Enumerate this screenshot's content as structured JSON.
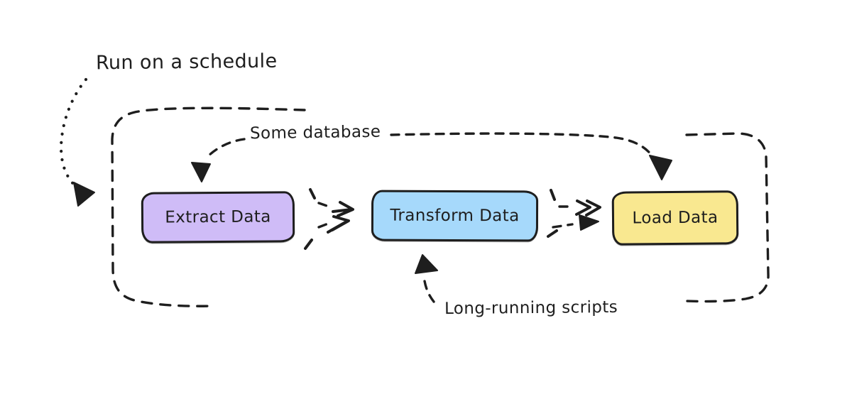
{
  "canvas": {
    "background": "#ffffff",
    "ink": "#1e1e1e"
  },
  "annotations": {
    "schedule_label": "Run on a schedule",
    "database_label": "Some database",
    "scripts_label": "Long-running scripts"
  },
  "nodes": [
    {
      "label": "Extract Data",
      "fill": "#cfbcf7"
    },
    {
      "label": "Transform Data",
      "fill": "#a6d9fb"
    },
    {
      "label": "Load Data",
      "fill": "#f9e890"
    }
  ],
  "icons": {
    "arrowheads": "hand-drawn-arrowhead-icon"
  }
}
